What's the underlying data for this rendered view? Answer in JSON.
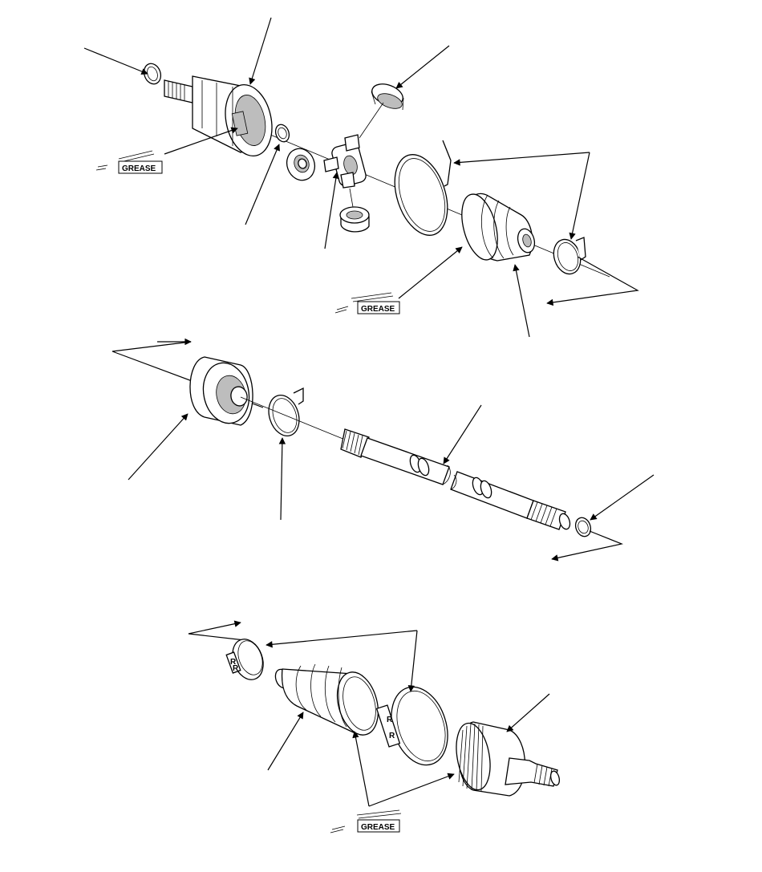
{
  "grease_labels": [
    "GREASE",
    "GREASE",
    "GREASE"
  ],
  "boot_band_letters": [
    "R",
    "R",
    "R",
    "R"
  ]
}
